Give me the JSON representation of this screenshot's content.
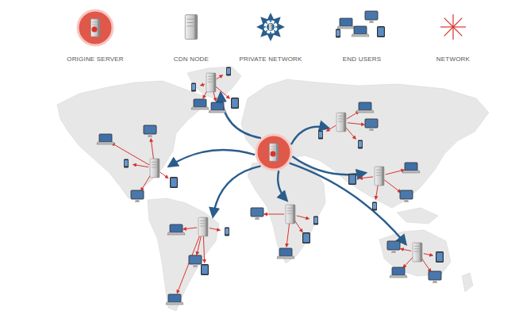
{
  "diagram": {
    "legend": [
      {
        "text": "ORIGINE SERVER"
      },
      {
        "text": "CDN NODE"
      },
      {
        "text": "PRIVATE NETWORK"
      },
      {
        "text": "END USERS"
      },
      {
        "text": "NETWORK"
      }
    ]
  }
}
